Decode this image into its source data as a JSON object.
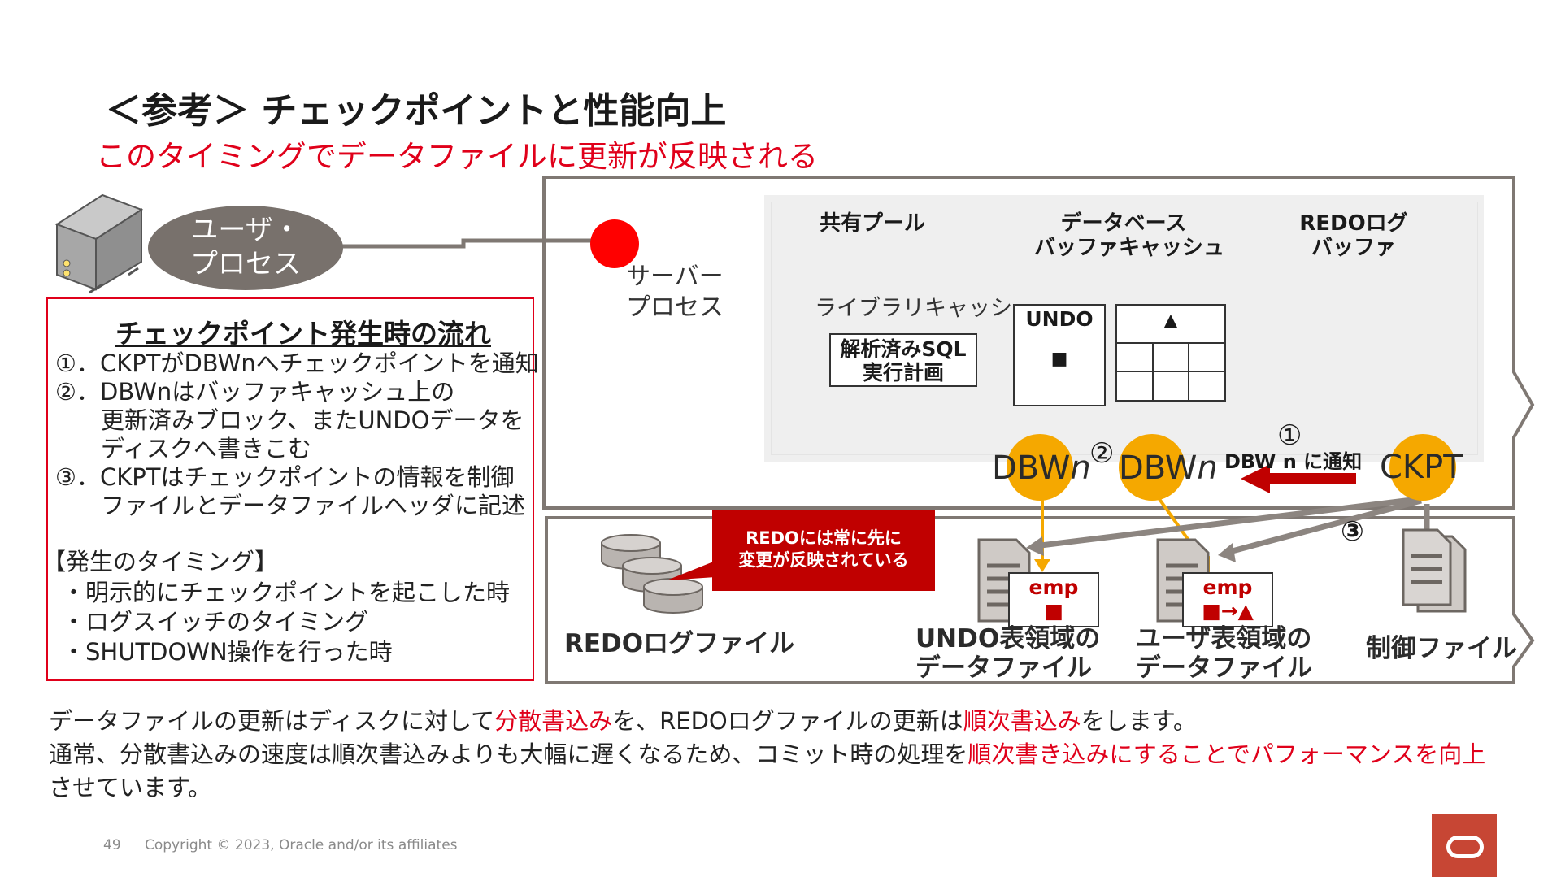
{
  "slide": {
    "title": "＜参考＞ チェックポイントと性能向上",
    "subtitle": "このタイミングでデータファイルに更新が反映される"
  },
  "user_process": {
    "label_line1": "ユーザ・",
    "label_line2": "プロセス"
  },
  "server_process": {
    "label_line1": "サーバー",
    "label_line2": "プロセス"
  },
  "flow": {
    "heading": "チェックポイント発生時の流れ",
    "steps": [
      "①．CKPTがDBWnへチェックポイントを通知",
      "②．DBWnはバッファキャッシュ上の",
      "更新済みブロック、またUNDOデータを",
      "ディスクへ書きこむ",
      "③．CKPTはチェックポイントの情報を制御",
      "ファイルとデータファイルヘッダに記述"
    ],
    "timing_heading": "【発生のタイミング】",
    "timings": [
      "・明示的にチェックポイントを起こした時",
      "・ログスイッチのタイミング",
      "・SHUTDOWN操作を行った時"
    ]
  },
  "sga": {
    "shared_pool": "共有プール",
    "buffer_cache_line1": "データベース",
    "buffer_cache_line2": "バッファキャッシュ",
    "redo_buffer_line1": "REDOログ",
    "redo_buffer_line2": "バッファ",
    "library_cache": "ライブラリキャッシュ",
    "parsed_sql_line1": "解析済みSQL",
    "parsed_sql_line2": "実行計画",
    "undo_label": "UNDO",
    "undo_mark": "■",
    "grid_mark": "▲"
  },
  "processes": {
    "dbwn_prefix": "DBW",
    "dbwn_suffix": "n",
    "ckpt": "CKPT",
    "step1_marker": "①",
    "step2_marker": "②",
    "step3_marker": "③",
    "notify_label": "DBW n に通知"
  },
  "files": {
    "callout_line1": "REDOには常に先に",
    "callout_line2": "変更が反映されている",
    "redo_log_file": "REDOログファイル",
    "undo_file_line1": "UNDO表領域の",
    "undo_file_line2": "データファイル",
    "user_file_line1": "ユーザ表領域の",
    "user_file_line2": "データファイル",
    "control_file": "制御ファイル",
    "emp_label": "emp",
    "emp_undo_mark": "■",
    "emp_user_mark": "■→▲"
  },
  "bottom_text": {
    "line1_a": "データファイルの更新はディスクに対して",
    "line1_b": "分散書込み",
    "line1_c": "を、REDOログファイルの更新は",
    "line1_d": "順次書込み",
    "line1_e": "をします。",
    "line2_a": "通常、分散書込みの速度は順次書込みよりも大幅に遅くなるため、コミット時の処理を",
    "line2_b": "順次書き込みにすることでパフォーマンスを向上",
    "line3": "させています。"
  },
  "footer": {
    "page_number": "49",
    "copyright": "Copyright © 2023, Oracle and/or its affiliates"
  },
  "colors": {
    "accent_red": "#e0001a",
    "callout_red": "#c00000",
    "process_orange": "#f5a800",
    "outline_gray": "#7f7873",
    "oracle_red": "#c74634"
  }
}
